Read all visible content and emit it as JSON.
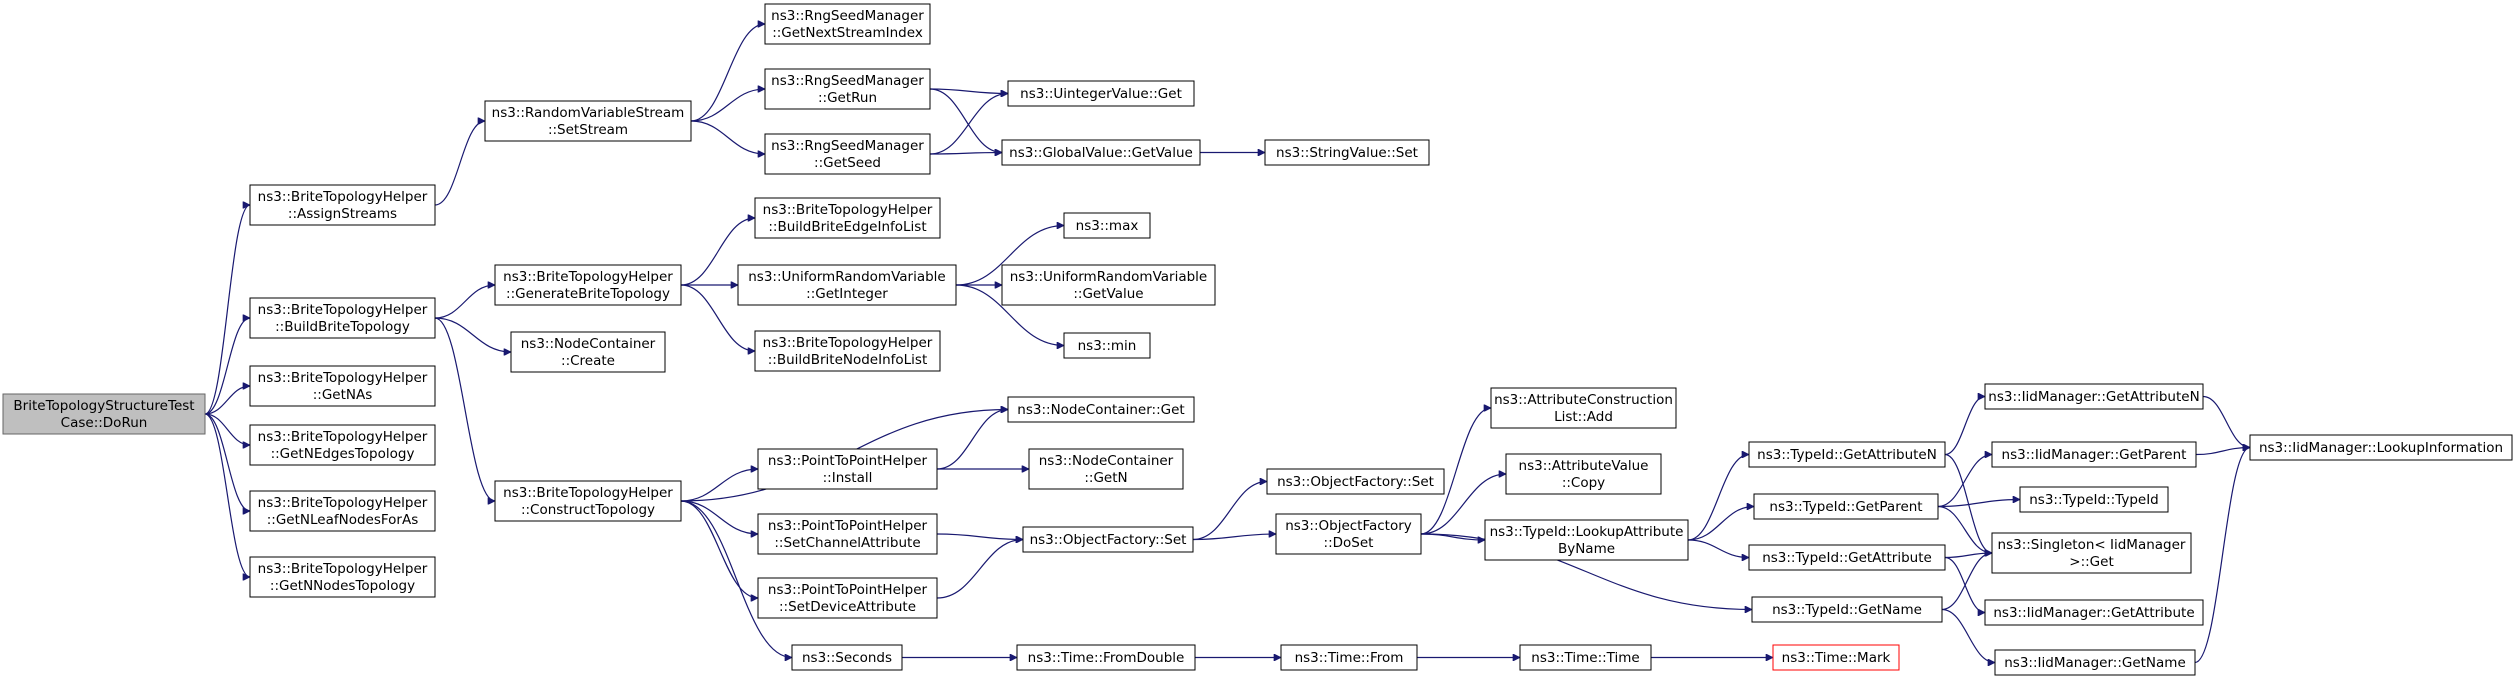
{
  "nodes": [
    {
      "id": "root",
      "lines": [
        "BriteTopologyStructureTest",
        "Case::DoRun"
      ],
      "style": "root"
    },
    {
      "id": "assignStreams",
      "lines": [
        "ns3::BriteTopologyHelper",
        "::AssignStreams"
      ]
    },
    {
      "id": "buildBrite",
      "lines": [
        "ns3::BriteTopologyHelper",
        "::BuildBriteTopology"
      ]
    },
    {
      "id": "getNAs",
      "lines": [
        "ns3::BriteTopologyHelper",
        "::GetNAs"
      ]
    },
    {
      "id": "getNEdges",
      "lines": [
        "ns3::BriteTopologyHelper",
        "::GetNEdgesTopology"
      ]
    },
    {
      "id": "getNLeaf",
      "lines": [
        "ns3::BriteTopologyHelper",
        "::GetNLeafNodesForAs"
      ]
    },
    {
      "id": "getNNodes",
      "lines": [
        "ns3::BriteTopologyHelper",
        "::GetNNodesTopology"
      ]
    },
    {
      "id": "setStream",
      "lines": [
        "ns3::RandomVariableStream",
        "::SetStream"
      ]
    },
    {
      "id": "genBrite",
      "lines": [
        "ns3::BriteTopologyHelper",
        "::GenerateBriteTopology"
      ]
    },
    {
      "id": "ncCreate",
      "lines": [
        "ns3::NodeContainer",
        "::Create"
      ]
    },
    {
      "id": "construct",
      "lines": [
        "ns3::BriteTopologyHelper",
        "::ConstructTopology"
      ]
    },
    {
      "id": "getNextStream",
      "lines": [
        "ns3::RngSeedManager",
        "::GetNextStreamIndex"
      ]
    },
    {
      "id": "getRun",
      "lines": [
        "ns3::RngSeedManager",
        "::GetRun"
      ]
    },
    {
      "id": "getSeed",
      "lines": [
        "ns3::RngSeedManager",
        "::GetSeed"
      ]
    },
    {
      "id": "buildEdge",
      "lines": [
        "ns3::BriteTopologyHelper",
        "::BuildBriteEdgeInfoList"
      ]
    },
    {
      "id": "getInteger",
      "lines": [
        "ns3::UniformRandomVariable",
        "::GetInteger"
      ]
    },
    {
      "id": "buildNode",
      "lines": [
        "ns3::BriteTopologyHelper",
        "::BuildBriteNodeInfoList"
      ]
    },
    {
      "id": "p2pInstall",
      "lines": [
        "ns3::PointToPointHelper",
        "::Install"
      ]
    },
    {
      "id": "p2pChannel",
      "lines": [
        "ns3::PointToPointHelper",
        "::SetChannelAttribute"
      ]
    },
    {
      "id": "p2pDevice",
      "lines": [
        "ns3::PointToPointHelper",
        "::SetDeviceAttribute"
      ]
    },
    {
      "id": "seconds",
      "lines": [
        "ns3::Seconds"
      ]
    },
    {
      "id": "uintGet",
      "lines": [
        "ns3::UintegerValue::Get"
      ]
    },
    {
      "id": "gvGetValue",
      "lines": [
        "ns3::GlobalValue::GetValue"
      ]
    },
    {
      "id": "max",
      "lines": [
        "ns3::max"
      ]
    },
    {
      "id": "urvGetValue",
      "lines": [
        "ns3::UniformRandomVariable",
        "::GetValue"
      ]
    },
    {
      "id": "min",
      "lines": [
        "ns3::min"
      ]
    },
    {
      "id": "ncGet",
      "lines": [
        "ns3::NodeContainer::Get"
      ]
    },
    {
      "id": "ncGetN",
      "lines": [
        "ns3::NodeContainer",
        "::GetN"
      ]
    },
    {
      "id": "ofSet",
      "lines": [
        "ns3::ObjectFactory::Set"
      ]
    },
    {
      "id": "timeFromDouble",
      "lines": [
        "ns3::Time::FromDouble"
      ]
    },
    {
      "id": "svSet",
      "lines": [
        "ns3::StringValue::Set"
      ]
    },
    {
      "id": "ofSetTop",
      "lines": [
        "ns3::ObjectFactory::Set"
      ]
    },
    {
      "id": "ofDoSet",
      "lines": [
        "ns3::ObjectFactory",
        "::DoSet"
      ]
    },
    {
      "id": "timeFrom",
      "lines": [
        "ns3::Time::From"
      ]
    },
    {
      "id": "acListAdd",
      "lines": [
        "ns3::AttributeConstruction",
        "List::Add"
      ]
    },
    {
      "id": "avCopy",
      "lines": [
        "ns3::AttributeValue",
        "::Copy"
      ]
    },
    {
      "id": "lookupByName",
      "lines": [
        "ns3::TypeId::LookupAttribute",
        "ByName"
      ]
    },
    {
      "id": "timeTime",
      "lines": [
        "ns3::Time::Time"
      ]
    },
    {
      "id": "tidGetAttrN",
      "lines": [
        "ns3::TypeId::GetAttributeN"
      ]
    },
    {
      "id": "tidGetParent",
      "lines": [
        "ns3::TypeId::GetParent"
      ]
    },
    {
      "id": "tidGetAttr",
      "lines": [
        "ns3::TypeId::GetAttribute"
      ]
    },
    {
      "id": "tidGetName",
      "lines": [
        "ns3::TypeId::GetName"
      ]
    },
    {
      "id": "timeMark",
      "lines": [
        "ns3::Time::Mark"
      ],
      "style": "red"
    },
    {
      "id": "iidGetAttrN",
      "lines": [
        "ns3::IidManager::GetAttributeN"
      ]
    },
    {
      "id": "iidGetParent",
      "lines": [
        "ns3::IidManager::GetParent"
      ]
    },
    {
      "id": "tidTypeId",
      "lines": [
        "ns3::TypeId::TypeId"
      ]
    },
    {
      "id": "singletonGet",
      "lines": [
        "ns3::Singleton< IidManager",
        " >::Get"
      ]
    },
    {
      "id": "iidGetAttr",
      "lines": [
        "ns3::IidManager::GetAttribute"
      ]
    },
    {
      "id": "iidGetName",
      "lines": [
        "ns3::IidManager::GetName"
      ]
    },
    {
      "id": "iidLookup",
      "lines": [
        "ns3::IidManager::LookupInformation"
      ]
    }
  ],
  "edges": [
    [
      "root",
      "assignStreams"
    ],
    [
      "root",
      "buildBrite"
    ],
    [
      "root",
      "getNAs"
    ],
    [
      "root",
      "getNEdges"
    ],
    [
      "root",
      "getNLeaf"
    ],
    [
      "root",
      "getNNodes"
    ],
    [
      "assignStreams",
      "setStream"
    ],
    [
      "setStream",
      "getNextStream"
    ],
    [
      "setStream",
      "getRun"
    ],
    [
      "setStream",
      "getSeed"
    ],
    [
      "getRun",
      "uintGet"
    ],
    [
      "getRun",
      "gvGetValue"
    ],
    [
      "getSeed",
      "uintGet"
    ],
    [
      "getSeed",
      "gvGetValue"
    ],
    [
      "gvGetValue",
      "svSet"
    ],
    [
      "buildBrite",
      "genBrite"
    ],
    [
      "buildBrite",
      "ncCreate"
    ],
    [
      "buildBrite",
      "construct"
    ],
    [
      "genBrite",
      "buildEdge"
    ],
    [
      "genBrite",
      "getInteger"
    ],
    [
      "genBrite",
      "buildNode"
    ],
    [
      "getInteger",
      "max"
    ],
    [
      "getInteger",
      "urvGetValue"
    ],
    [
      "getInteger",
      "min"
    ],
    [
      "construct",
      "ncGet"
    ],
    [
      "construct",
      "p2pInstall"
    ],
    [
      "construct",
      "p2pChannel"
    ],
    [
      "construct",
      "p2pDevice"
    ],
    [
      "construct",
      "seconds"
    ],
    [
      "p2pInstall",
      "ncGet"
    ],
    [
      "p2pInstall",
      "ncGetN"
    ],
    [
      "p2pChannel",
      "ofSet"
    ],
    [
      "p2pDevice",
      "ofSet"
    ],
    [
      "ofSet",
      "ofSetTop"
    ],
    [
      "ofSet",
      "ofDoSet"
    ],
    [
      "ofDoSet",
      "acListAdd"
    ],
    [
      "ofDoSet",
      "avCopy"
    ],
    [
      "ofDoSet",
      "lookupByName"
    ],
    [
      "ofDoSet",
      "tidGetName"
    ],
    [
      "lookupByName",
      "tidGetAttrN"
    ],
    [
      "lookupByName",
      "tidGetParent"
    ],
    [
      "lookupByName",
      "tidGetAttr"
    ],
    [
      "tidGetAttrN",
      "iidGetAttrN"
    ],
    [
      "tidGetAttrN",
      "singletonGet"
    ],
    [
      "tidGetParent",
      "iidGetParent"
    ],
    [
      "tidGetParent",
      "tidTypeId"
    ],
    [
      "tidGetParent",
      "singletonGet"
    ],
    [
      "tidGetAttr",
      "singletonGet"
    ],
    [
      "tidGetAttr",
      "iidGetAttr"
    ],
    [
      "tidGetName",
      "singletonGet"
    ],
    [
      "tidGetName",
      "iidGetName"
    ],
    [
      "iidGetAttrN",
      "iidLookup"
    ],
    [
      "iidGetParent",
      "iidLookup"
    ],
    [
      "iidGetName",
      "iidLookup"
    ],
    [
      "seconds",
      "timeFromDouble"
    ],
    [
      "timeFromDouble",
      "timeFrom"
    ],
    [
      "timeFrom",
      "timeTime"
    ],
    [
      "timeTime",
      "timeMark"
    ]
  ]
}
